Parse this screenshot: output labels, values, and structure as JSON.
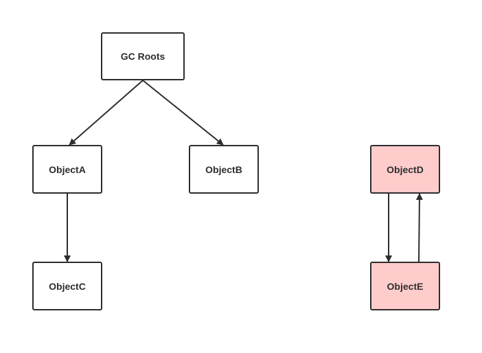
{
  "diagram": {
    "nodes": {
      "gc_roots": "GC Roots",
      "object_a": "ObjectA",
      "object_b": "ObjectB",
      "object_c": "ObjectC",
      "object_d": "ObjectD",
      "object_e": "ObjectE"
    },
    "edges": [
      {
        "from": "GC Roots",
        "to": "ObjectA"
      },
      {
        "from": "GC Roots",
        "to": "ObjectB"
      },
      {
        "from": "ObjectA",
        "to": "ObjectC"
      },
      {
        "from": "ObjectD",
        "to": "ObjectE"
      },
      {
        "from": "ObjectE",
        "to": "ObjectD"
      }
    ],
    "colors": {
      "stroke": "#2d2d2d",
      "node_fill": "#ffffff",
      "highlight_fill": "#ffcccc"
    }
  }
}
